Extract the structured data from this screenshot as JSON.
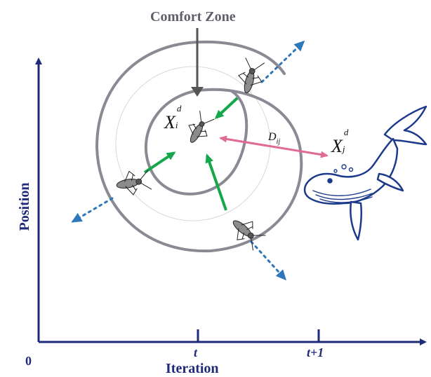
{
  "labels": {
    "comfort_zone": "Comfort Zone",
    "y_axis": "Position",
    "x_axis": "Iteration",
    "origin": "0",
    "tick_t": "t",
    "tick_t1": "t+1"
  },
  "math": {
    "xi_base": "X",
    "xi_sub": "i",
    "xi_sup": "d",
    "xj_base": "X",
    "xj_sub": "j",
    "xj_sup": "d",
    "dij_base": "D",
    "dij_sub": "ij"
  },
  "colors": {
    "axis": "#1f2a7a",
    "spiral": "#8a8a94",
    "green_arrow": "#14a84a",
    "blue_dotted": "#2f77bb",
    "pink_arrow": "#e06a93",
    "whale": "#1c3a8c",
    "comfort_arrow": "#555555"
  }
}
